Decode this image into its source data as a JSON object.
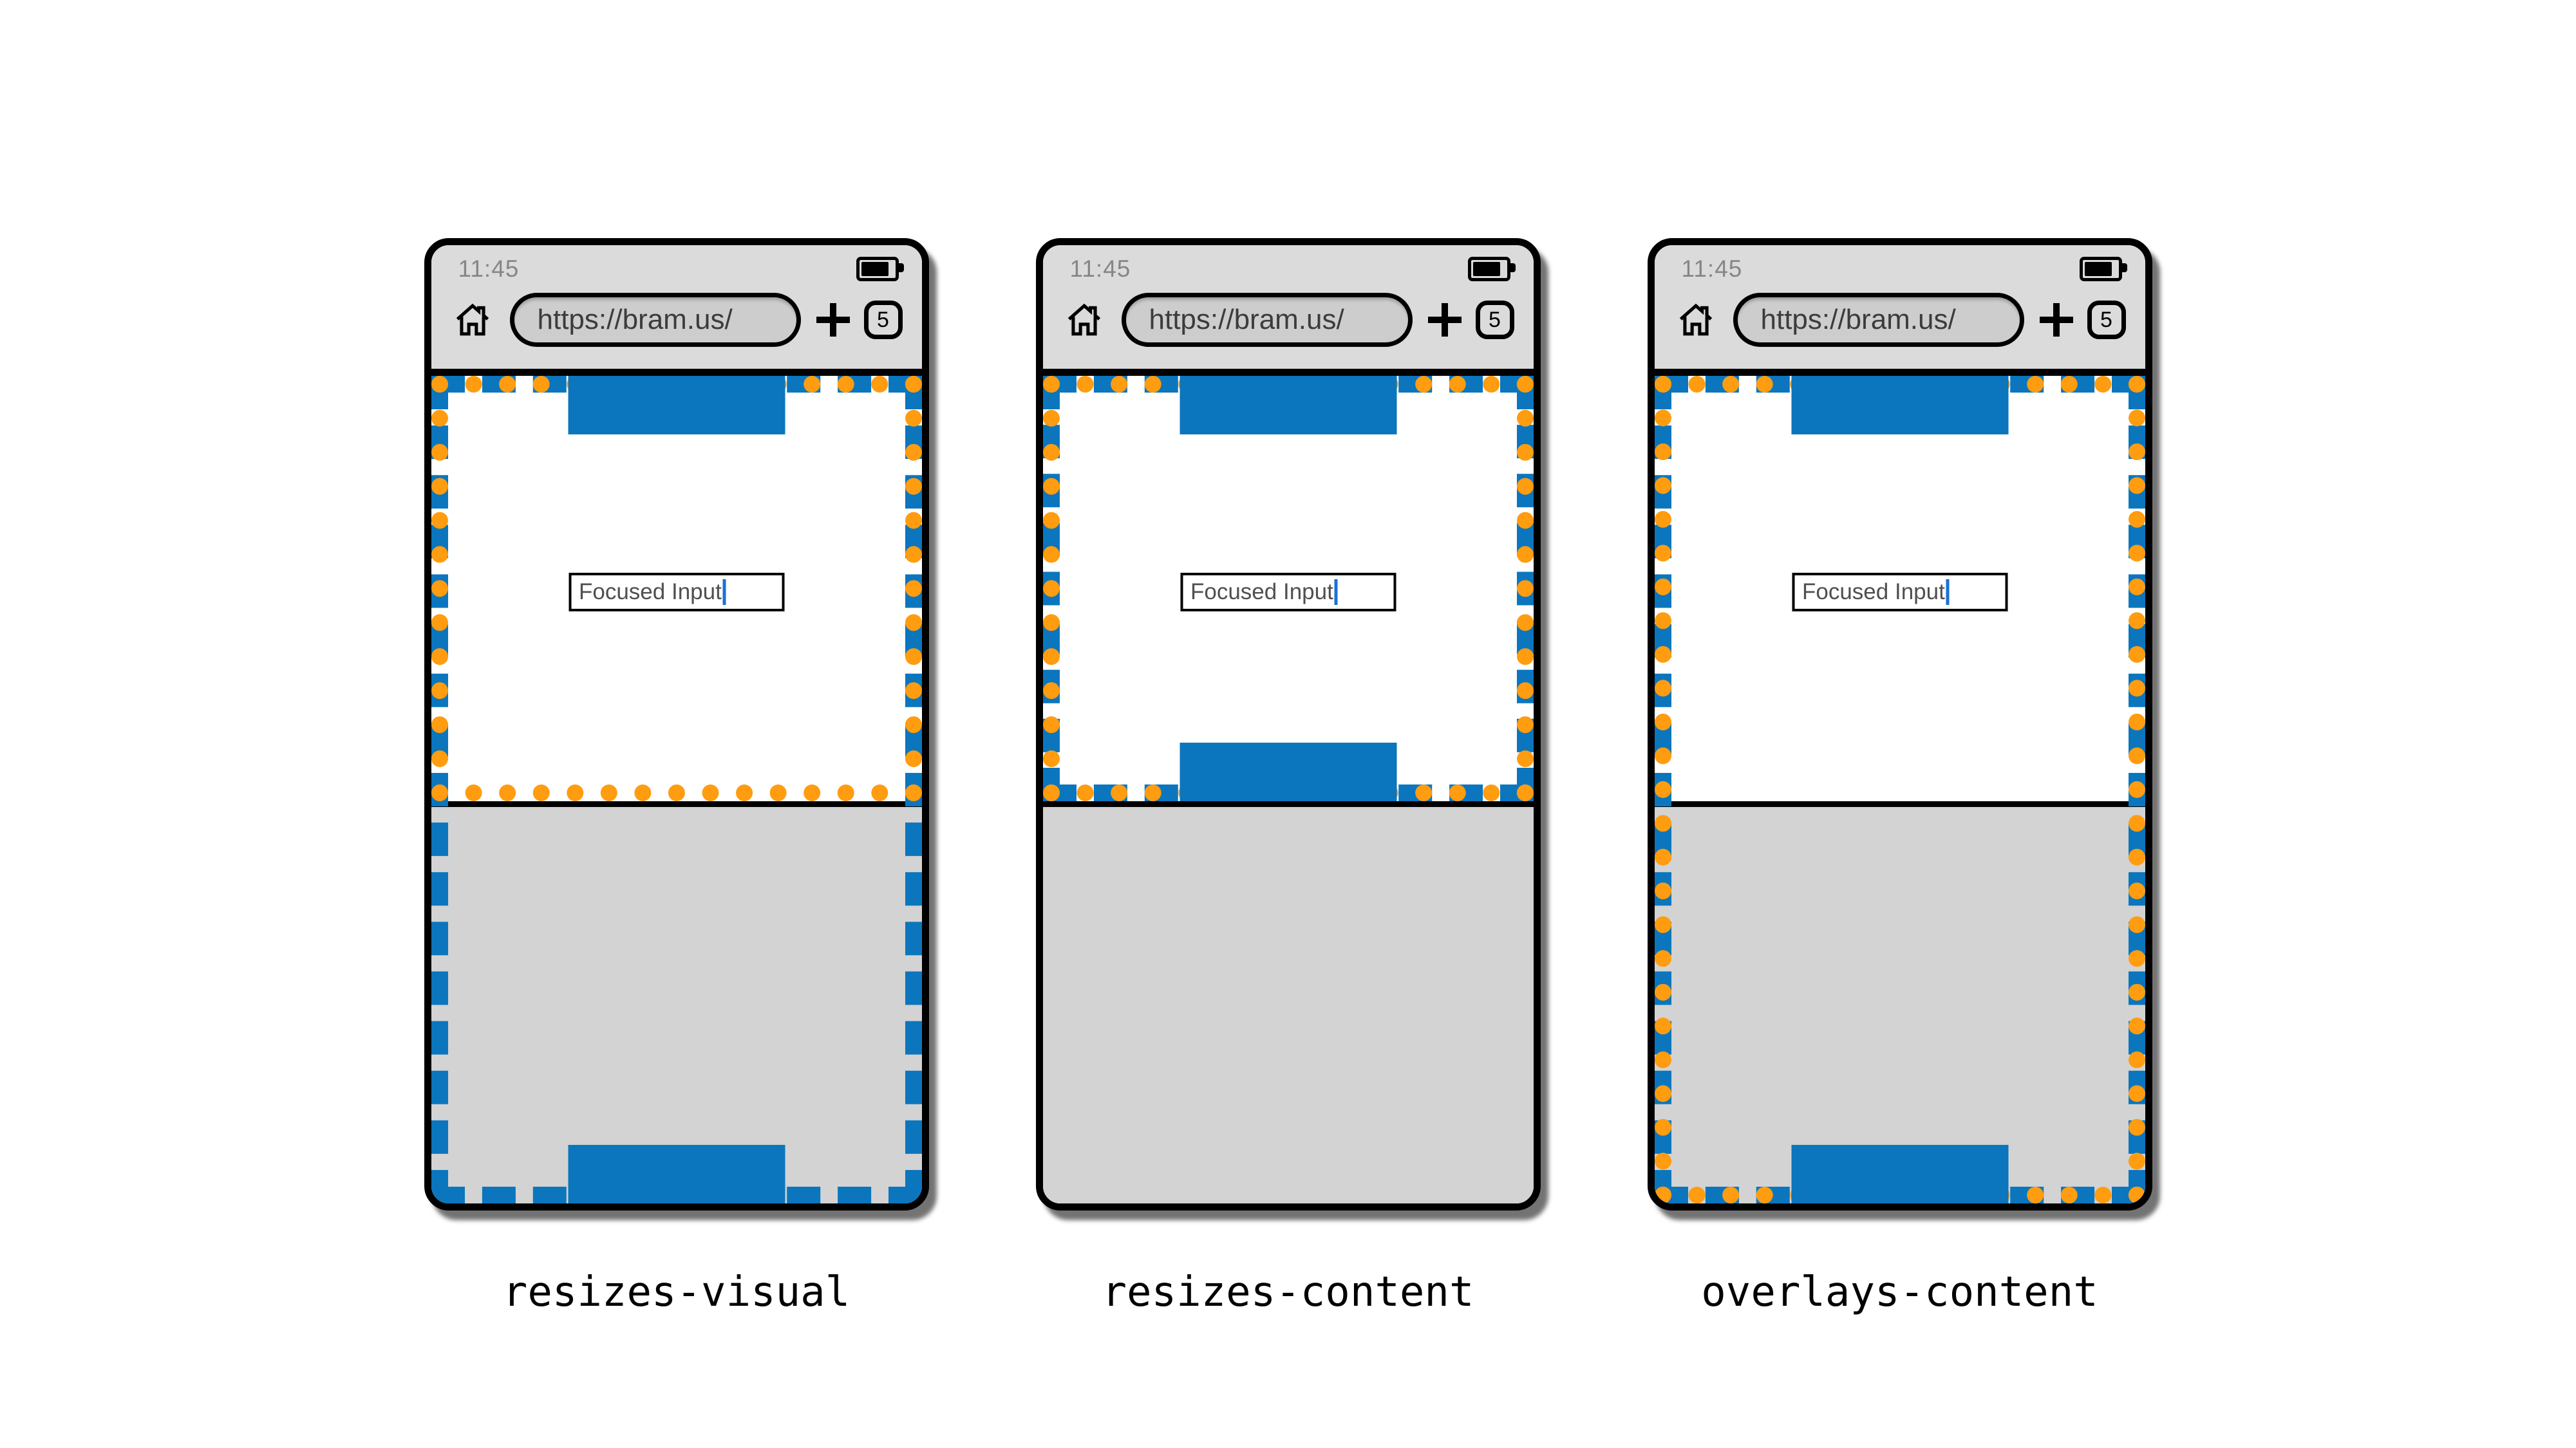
{
  "figure": {
    "background": "#ffffff",
    "description_visible_modes": [
      "resizes-visual",
      "resizes-content",
      "overlays-content"
    ]
  },
  "colors": {
    "layout_viewport_dash_blue": "#0b76bd",
    "visual_viewport_dot_orange": "#ff9c10",
    "fixed_bar_blue": "#0b76bd",
    "browser_chrome_gray": "#dbdbdb",
    "keyboard_gray": "#d3d3d3",
    "url_pill_gray": "#cdcdcd",
    "text_cursor_blue": "#1b70d6",
    "outline_black": "#000000"
  },
  "phones": [
    {
      "mode_label": "resizes-visual",
      "status_bar": {
        "time": "11:45",
        "battery_icon": "battery-icon"
      },
      "browser_bar": {
        "home_icon": "home-icon",
        "url": "https://bram.us/",
        "new_tab_icon": "plus-icon",
        "tab_count": "5"
      },
      "page": {
        "focused_input_value": "Focused Input"
      },
      "viewport_overlays": {
        "layout_viewport": "extends-behind-keyboard",
        "visual_viewport": "resized-above-keyboard",
        "header_bar": "top-of-viewport",
        "footer_bar": "bottom-of-screen-behind-keyboard"
      }
    },
    {
      "mode_label": "resizes-content",
      "status_bar": {
        "time": "11:45",
        "battery_icon": "battery-icon"
      },
      "browser_bar": {
        "home_icon": "home-icon",
        "url": "https://bram.us/",
        "new_tab_icon": "plus-icon",
        "tab_count": "5"
      },
      "page": {
        "focused_input_value": "Focused Input"
      },
      "viewport_overlays": {
        "layout_viewport": "resized-above-keyboard",
        "visual_viewport": "resized-above-keyboard",
        "header_bar": "top-of-viewport",
        "footer_bar": "above-keyboard"
      }
    },
    {
      "mode_label": "overlays-content",
      "status_bar": {
        "time": "11:45",
        "battery_icon": "battery-icon"
      },
      "browser_bar": {
        "home_icon": "home-icon",
        "url": "https://bram.us/",
        "new_tab_icon": "plus-icon",
        "tab_count": "5"
      },
      "page": {
        "focused_input_value": "Focused Input"
      },
      "viewport_overlays": {
        "layout_viewport": "extends-behind-keyboard",
        "visual_viewport": "extends-behind-keyboard",
        "header_bar": "top-of-viewport",
        "footer_bar": "bottom-of-screen-behind-keyboard"
      }
    }
  ]
}
